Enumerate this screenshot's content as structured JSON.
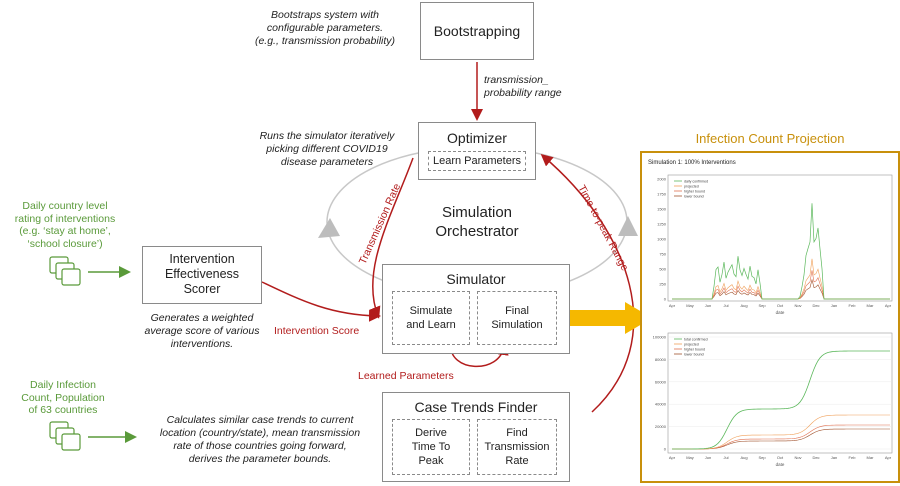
{
  "bootstrapping": {
    "title": "Bootstrapping",
    "note_lines": [
      "Bootstraps system with",
      "configurable parameters.",
      "(e.g., transmission probability)"
    ],
    "arrow_label_lines": [
      "transmission_",
      "probability range"
    ]
  },
  "optimizer": {
    "title": "Optimizer",
    "inner": "Learn Parameters",
    "note_lines": [
      "Runs the simulator iteratively",
      "picking different COVID19",
      "disease parameters"
    ]
  },
  "orchestrator": {
    "label_lines": [
      "Simulation",
      "Orchestrator"
    ]
  },
  "simulator": {
    "title": "Simulator",
    "left_lines": [
      "Simulate",
      "and Learn"
    ],
    "right_lines": [
      "Final",
      "Simulation"
    ]
  },
  "scorer": {
    "title_lines": [
      "Intervention",
      "Effectiveness",
      "Scorer"
    ],
    "note_lines": [
      "Generates a weighted",
      "average score of various",
      "interventions."
    ]
  },
  "case_trends": {
    "title": "Case Trends Finder",
    "left_lines": [
      "Derive",
      "Time To",
      "Peak"
    ],
    "right_lines": [
      "Find",
      "Transmission",
      "Rate"
    ],
    "note_lines": [
      "Calculates similar case trends to current",
      "location (country/state), mean transmission",
      "rate of those countries going forward,",
      "derives the parameter bounds."
    ]
  },
  "inputs": {
    "interventions_lines": [
      "Daily country level",
      "rating of interventions",
      "(e.g. ‘stay at home’,",
      "‘school closure’)"
    ],
    "infection_lines": [
      "Daily Infection",
      "Count, Population",
      "of 63 countries"
    ]
  },
  "arrows": {
    "transmission_rate": "Transmission Rate",
    "time_to_peak": "Time-to-peak Range",
    "intervention_score": "Intervention Score",
    "learned_parameters": "Learned Parameters"
  },
  "projection": {
    "title": "Infection Count Projection",
    "chart1_title": "Simulation 1: 100% Interventions",
    "chart1_legend": [
      "daily confirmed",
      "projected",
      "higher bound",
      "lower bound"
    ],
    "chart2_legend": [
      "total confirmed",
      "projected",
      "higher bound",
      "lower bound"
    ],
    "x_ticks": [
      "Apr",
      "May",
      "Jun",
      "Jul",
      "Aug",
      "Sep",
      "Oct",
      "Nov",
      "Dec",
      "Jan",
      "Feb",
      "Mar",
      "Apr"
    ],
    "chart1_y_ticks": [
      "2000",
      "1750",
      "1500",
      "1250",
      "1000",
      "750",
      "500",
      "250",
      "0"
    ],
    "chart2_y_ticks": [
      "100000",
      "80000",
      "60000",
      "40000",
      "20000",
      "0"
    ],
    "xlabel": "date"
  },
  "colors": {
    "green": "#5a9a3a",
    "red": "#b21c1c",
    "gold": "#f5b800",
    "frame": "#c8900c",
    "series": [
      "#5cb85c",
      "#f0a05a",
      "#e07050",
      "#a0522d"
    ]
  }
}
